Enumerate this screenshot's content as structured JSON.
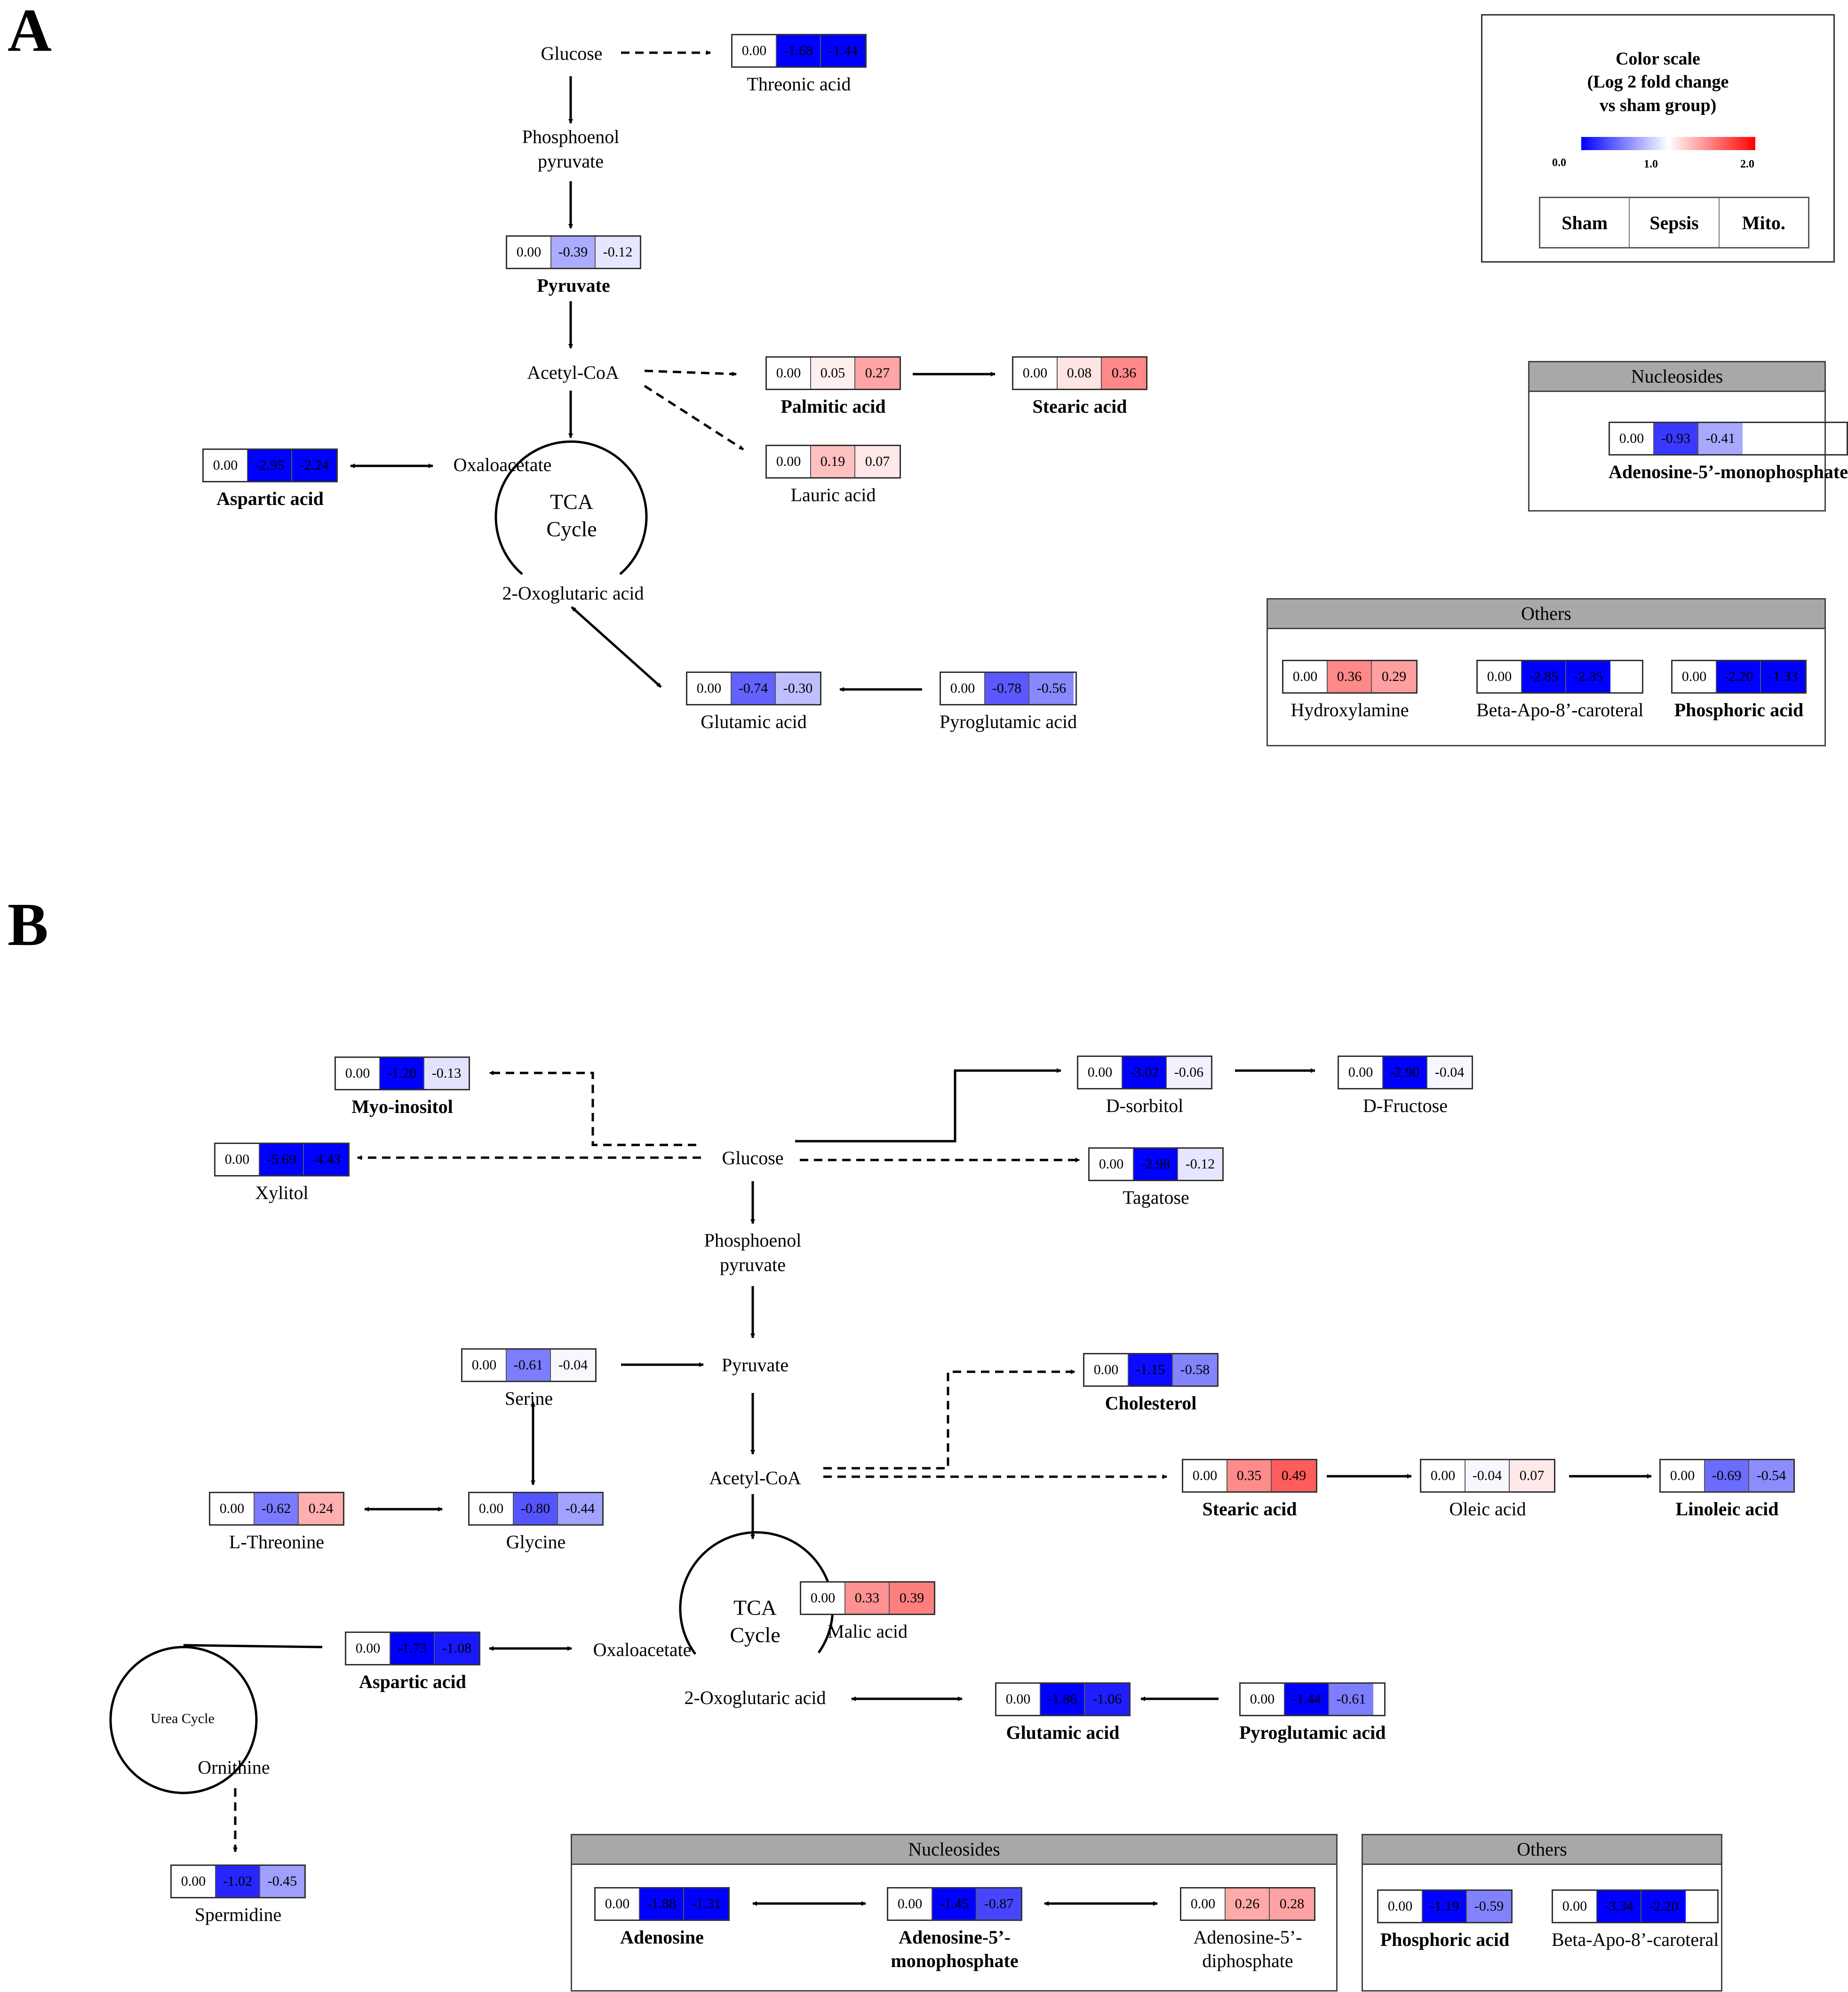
{
  "panels": [
    {
      "letter": "A",
      "pathway_nodes": [
        "Glucose",
        "Phosphoenol\npyruvate",
        "Acetyl-CoA",
        "Oxaloacetate",
        "2-Oxoglutaric acid"
      ],
      "cycles": [
        {
          "label": "TCA\nCycle"
        }
      ],
      "metabolites": [
        {
          "name": "Threonic acid",
          "bold": false,
          "values": [
            "0.00",
            "-1.68",
            "-1.44"
          ]
        },
        {
          "name": "Pyruvate",
          "bold": true,
          "values": [
            "0.00",
            "-0.39",
            "-0.12"
          ]
        },
        {
          "name": "Palmitic acid",
          "bold": true,
          "values": [
            "0.00",
            "0.05",
            "0.27"
          ]
        },
        {
          "name": "Stearic acid",
          "bold": true,
          "values": [
            "0.00",
            "0.08",
            "0.36"
          ]
        },
        {
          "name": "Lauric acid",
          "bold": false,
          "values": [
            "0.00",
            "0.19",
            "0.07"
          ]
        },
        {
          "name": "Aspartic acid",
          "bold": true,
          "values": [
            "0.00",
            "-2.95",
            "-2.24"
          ]
        },
        {
          "name": "Glutamic acid",
          "bold": false,
          "values": [
            "0.00",
            "-0.74",
            "-0.30"
          ]
        },
        {
          "name": "Pyroglutamic acid",
          "bold": false,
          "values": [
            "0.00",
            "-0.78",
            "-0.56"
          ]
        }
      ],
      "groups": [
        {
          "title": "Nucleosides",
          "metabolites": [
            {
              "name": "Adenosine-5’-monophosphate",
              "bold": true,
              "values": [
                "0.00",
                "-0.93",
                "-0.41"
              ]
            }
          ]
        },
        {
          "title": "Others",
          "metabolites": [
            {
              "name": "Hydroxylamine",
              "bold": false,
              "values": [
                "0.00",
                "0.36",
                "0.29"
              ]
            },
            {
              "name": "Beta-Apo-8’-caroteral",
              "bold": false,
              "values": [
                "0.00",
                "-2.85",
                "-2.35"
              ]
            },
            {
              "name": "Phosphoric acid",
              "bold": true,
              "values": [
                "0.00",
                "-2.20",
                "-1.33"
              ]
            }
          ]
        }
      ],
      "legend": {
        "title": "Color scale\n(Log 2 fold change\nvs sham group)",
        "tick_min": "0.0",
        "tick_mid": "1.0",
        "tick_max": "2.0",
        "groups": [
          "Sham",
          "Sepsis",
          "Mito."
        ]
      }
    },
    {
      "letter": "B",
      "pathway_nodes": [
        "Glucose",
        "Phosphoenol\npyruvate",
        "Pyruvate",
        "Acetyl-CoA",
        "Oxaloacetate",
        "2-Oxoglutaric acid",
        "Ornithine"
      ],
      "cycles": [
        {
          "label": "TCA\nCycle"
        },
        {
          "label": "Urea Cycle"
        }
      ],
      "metabolites": [
        {
          "name": "Myo-inositol",
          "bold": true,
          "values": [
            "0.00",
            "-1.20",
            "-0.13"
          ]
        },
        {
          "name": "Xylitol",
          "bold": false,
          "values": [
            "0.00",
            "-5.69",
            "-4.43"
          ]
        },
        {
          "name": "D-sorbitol",
          "bold": false,
          "values": [
            "0.00",
            "-3.02",
            "-0.06"
          ]
        },
        {
          "name": "D-Fructose",
          "bold": false,
          "values": [
            "0.00",
            "-2.90",
            "-0.04"
          ]
        },
        {
          "name": "Tagatose",
          "bold": false,
          "values": [
            "0.00",
            "-2.98",
            "-0.12"
          ]
        },
        {
          "name": "Serine",
          "bold": false,
          "values": [
            "0.00",
            "-0.61",
            "-0.04"
          ]
        },
        {
          "name": "Cholesterol",
          "bold": true,
          "values": [
            "0.00",
            "-1.15",
            "-0.58"
          ]
        },
        {
          "name": "Stearic acid",
          "bold": true,
          "values": [
            "0.00",
            "0.35",
            "0.49"
          ]
        },
        {
          "name": "Oleic acid",
          "bold": false,
          "values": [
            "0.00",
            "-0.04",
            "0.07"
          ]
        },
        {
          "name": "Linoleic acid",
          "bold": true,
          "values": [
            "0.00",
            "-0.69",
            "-0.54"
          ]
        },
        {
          "name": "L-Threonine",
          "bold": false,
          "values": [
            "0.00",
            "-0.62",
            "0.24"
          ]
        },
        {
          "name": "Glycine",
          "bold": false,
          "values": [
            "0.00",
            "-0.80",
            "-0.44"
          ]
        },
        {
          "name": "Malic acid",
          "bold": false,
          "values": [
            "0.00",
            "0.33",
            "0.39"
          ]
        },
        {
          "name": "Aspartic acid",
          "bold": true,
          "values": [
            "0.00",
            "-1.73",
            "-1.08"
          ]
        },
        {
          "name": "Glutamic acid",
          "bold": true,
          "values": [
            "0.00",
            "-1.86",
            "-1.06"
          ]
        },
        {
          "name": "Pyroglutamic acid",
          "bold": true,
          "values": [
            "0.00",
            "-1.44",
            "-0.61"
          ]
        },
        {
          "name": "Spermidine",
          "bold": false,
          "values": [
            "0.00",
            "-1.02",
            "-0.45"
          ]
        }
      ],
      "groups": [
        {
          "title": "Nucleosides",
          "metabolites": [
            {
              "name": "Adenosine",
              "bold": true,
              "values": [
                "0.00",
                "-1.88",
                "-1.31"
              ]
            },
            {
              "name": "Adenosine-5’-\nmonophosphate",
              "bold": true,
              "values": [
                "0.00",
                "-1.45",
                "-0.87"
              ]
            },
            {
              "name": "Adenosine-5’-\ndiphosphate",
              "bold": false,
              "values": [
                "0.00",
                "0.26",
                "0.28"
              ]
            }
          ]
        },
        {
          "title": "Others",
          "metabolites": [
            {
              "name": "Phosphoric acid",
              "bold": true,
              "values": [
                "0.00",
                "-1.19",
                "-0.59"
              ]
            },
            {
              "name": "Beta-Apo-8’-caroteral",
              "bold": false,
              "values": [
                "0.00",
                "-3.34",
                "-2.20"
              ]
            }
          ]
        }
      ]
    }
  ]
}
